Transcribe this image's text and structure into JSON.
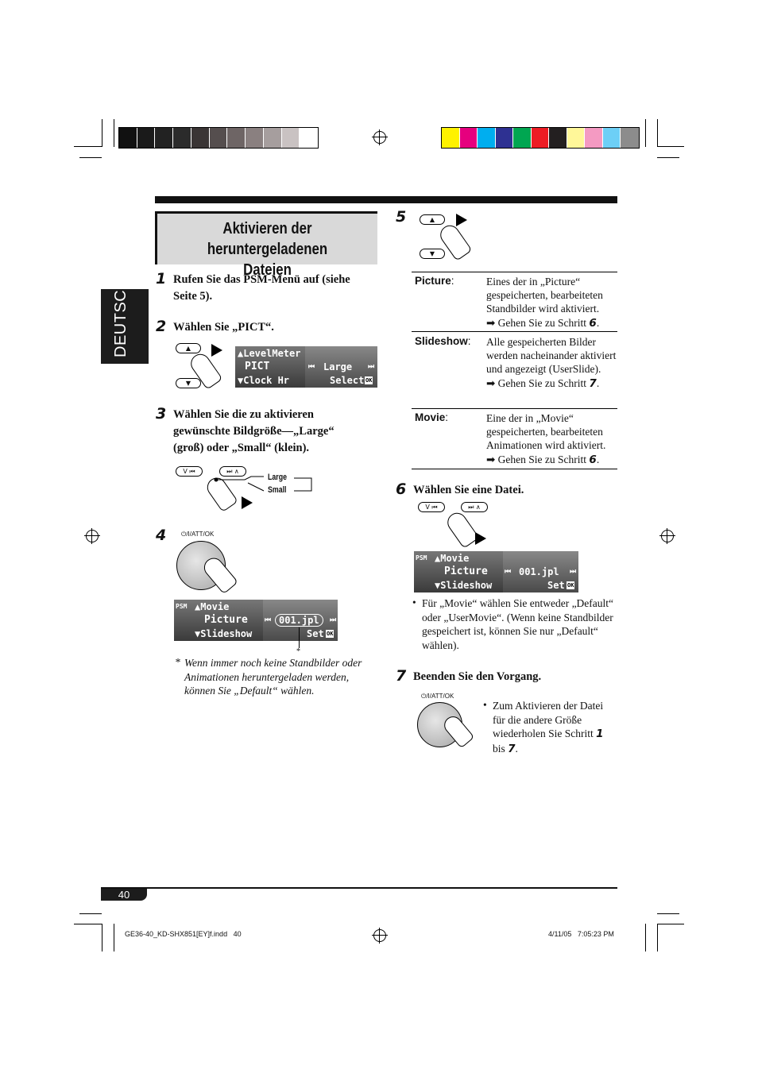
{
  "colors": {
    "gray_swatches": [
      "#111111",
      "#1a1a1a",
      "#222222",
      "#2b2b2b",
      "#3a3535",
      "#554e4e",
      "#6e6565",
      "#8a8080",
      "#a69e9e",
      "#c9c2c2",
      "#ffffff"
    ],
    "color_swatches": [
      "#fff200",
      "#e6007e",
      "#00aeef",
      "#2e3192",
      "#00a651",
      "#ed1c24",
      "#231f20",
      "#fff799",
      "#f49ac2",
      "#6dcff6",
      "#8c8c8c"
    ],
    "title_box_bg": "#d9d9d9",
    "side_tab_bg": "#1c1c1c"
  },
  "side_tab": {
    "label": "DEUTSCH"
  },
  "title": {
    "line1": "Aktivieren der heruntergeladenen",
    "line2": "Dateien"
  },
  "steps": {
    "s1": {
      "num": "1",
      "text": "Rufen Sie das PSM-Menü auf (siehe Seite 5)."
    },
    "s2": {
      "num": "2",
      "text": "Wählen Sie „PICT“."
    },
    "s3": {
      "num": "3",
      "text": "Wählen Sie die zu aktivieren gewünschte Bildgröße—„Large“ (groß) oder „Small“ (klein)."
    },
    "s4": {
      "num": "4"
    },
    "s5": {
      "num": "5"
    },
    "s6": {
      "num": "6",
      "text": "Wählen Sie eine Datei."
    },
    "s7": {
      "num": "7",
      "text": "Beenden Sie den Vorgang."
    }
  },
  "lcd_pict": {
    "row1": "▲LevelMeter",
    "row2": "PICT",
    "row3": "▼Clock Hr",
    "right_row2": "Large",
    "right_row3": "Select",
    "icon_left": "⏮",
    "icon_right": "⏭",
    "ok": "OK"
  },
  "lcd_movie4": {
    "psm": "PSM",
    "row1": "▲Movie",
    "row2": "Picture",
    "row3": "▼Slideshow",
    "file": "001.jpl",
    "set": "Set",
    "ok": "OK",
    "icon_left": "⏮",
    "icon_right": "⏭",
    "asterisk": "*"
  },
  "lcd_movie6": {
    "psm": "PSM",
    "row1": "▲Movie",
    "row2": "Picture",
    "row3": "▼Slideshow",
    "file": "001.jpl",
    "set": "Set",
    "ok": "OK",
    "icon_left": "⏮",
    "icon_right": "⏭"
  },
  "size_options": {
    "large": "Large",
    "small": "Small"
  },
  "buttons": {
    "up": "▲",
    "down": "▼",
    "prev": "V ⏮",
    "next": "⏭ ∧",
    "power": "⏻/I/ATT/OK"
  },
  "footnote": {
    "mark": "*",
    "text": "Wenn immer noch keine Standbilder oder Animationen heruntergeladen werden, können Sie „Default“ wählen."
  },
  "table": [
    {
      "label": "Picture",
      "colon": ":",
      "text": "Eines der in „Picture“ gespeicherten, bearbeiteten Standbilder wird aktiviert.",
      "goto": "➡ Gehen Sie zu Schritt",
      "goto_step": "6"
    },
    {
      "label": "Slideshow",
      "colon": ":",
      "text": "Alle gespeicherten Bilder werden nacheinander aktiviert und angezeigt (UserSlide).",
      "goto": "➡ Gehen Sie zu Schritt",
      "goto_step": "7"
    },
    {
      "label": "Movie",
      "colon": ":",
      "text": "Eine der in „Movie“ gespeicherten, bearbeiteten Animationen wird aktiviert.",
      "goto": "➡ Gehen Sie zu Schritt",
      "goto_step": "6"
    }
  ],
  "step6_note": "Für „Movie“ wählen Sie entweder „Default“ oder „UserMovie“. (Wenn keine Standbilder gespeichert ist, können Sie nur „Default“ wählen).",
  "step7_note": {
    "pre": "Zum Aktivieren der Datei für die andere Größe wiederholen Sie Schritt",
    "from": "1",
    "mid": "bis",
    "to": "7",
    "end": "."
  },
  "footer": {
    "page": "40",
    "file": "GE36-40_KD-SHX851[EY]f.indd   40",
    "date": "4/11/05   7:05:23 PM"
  }
}
